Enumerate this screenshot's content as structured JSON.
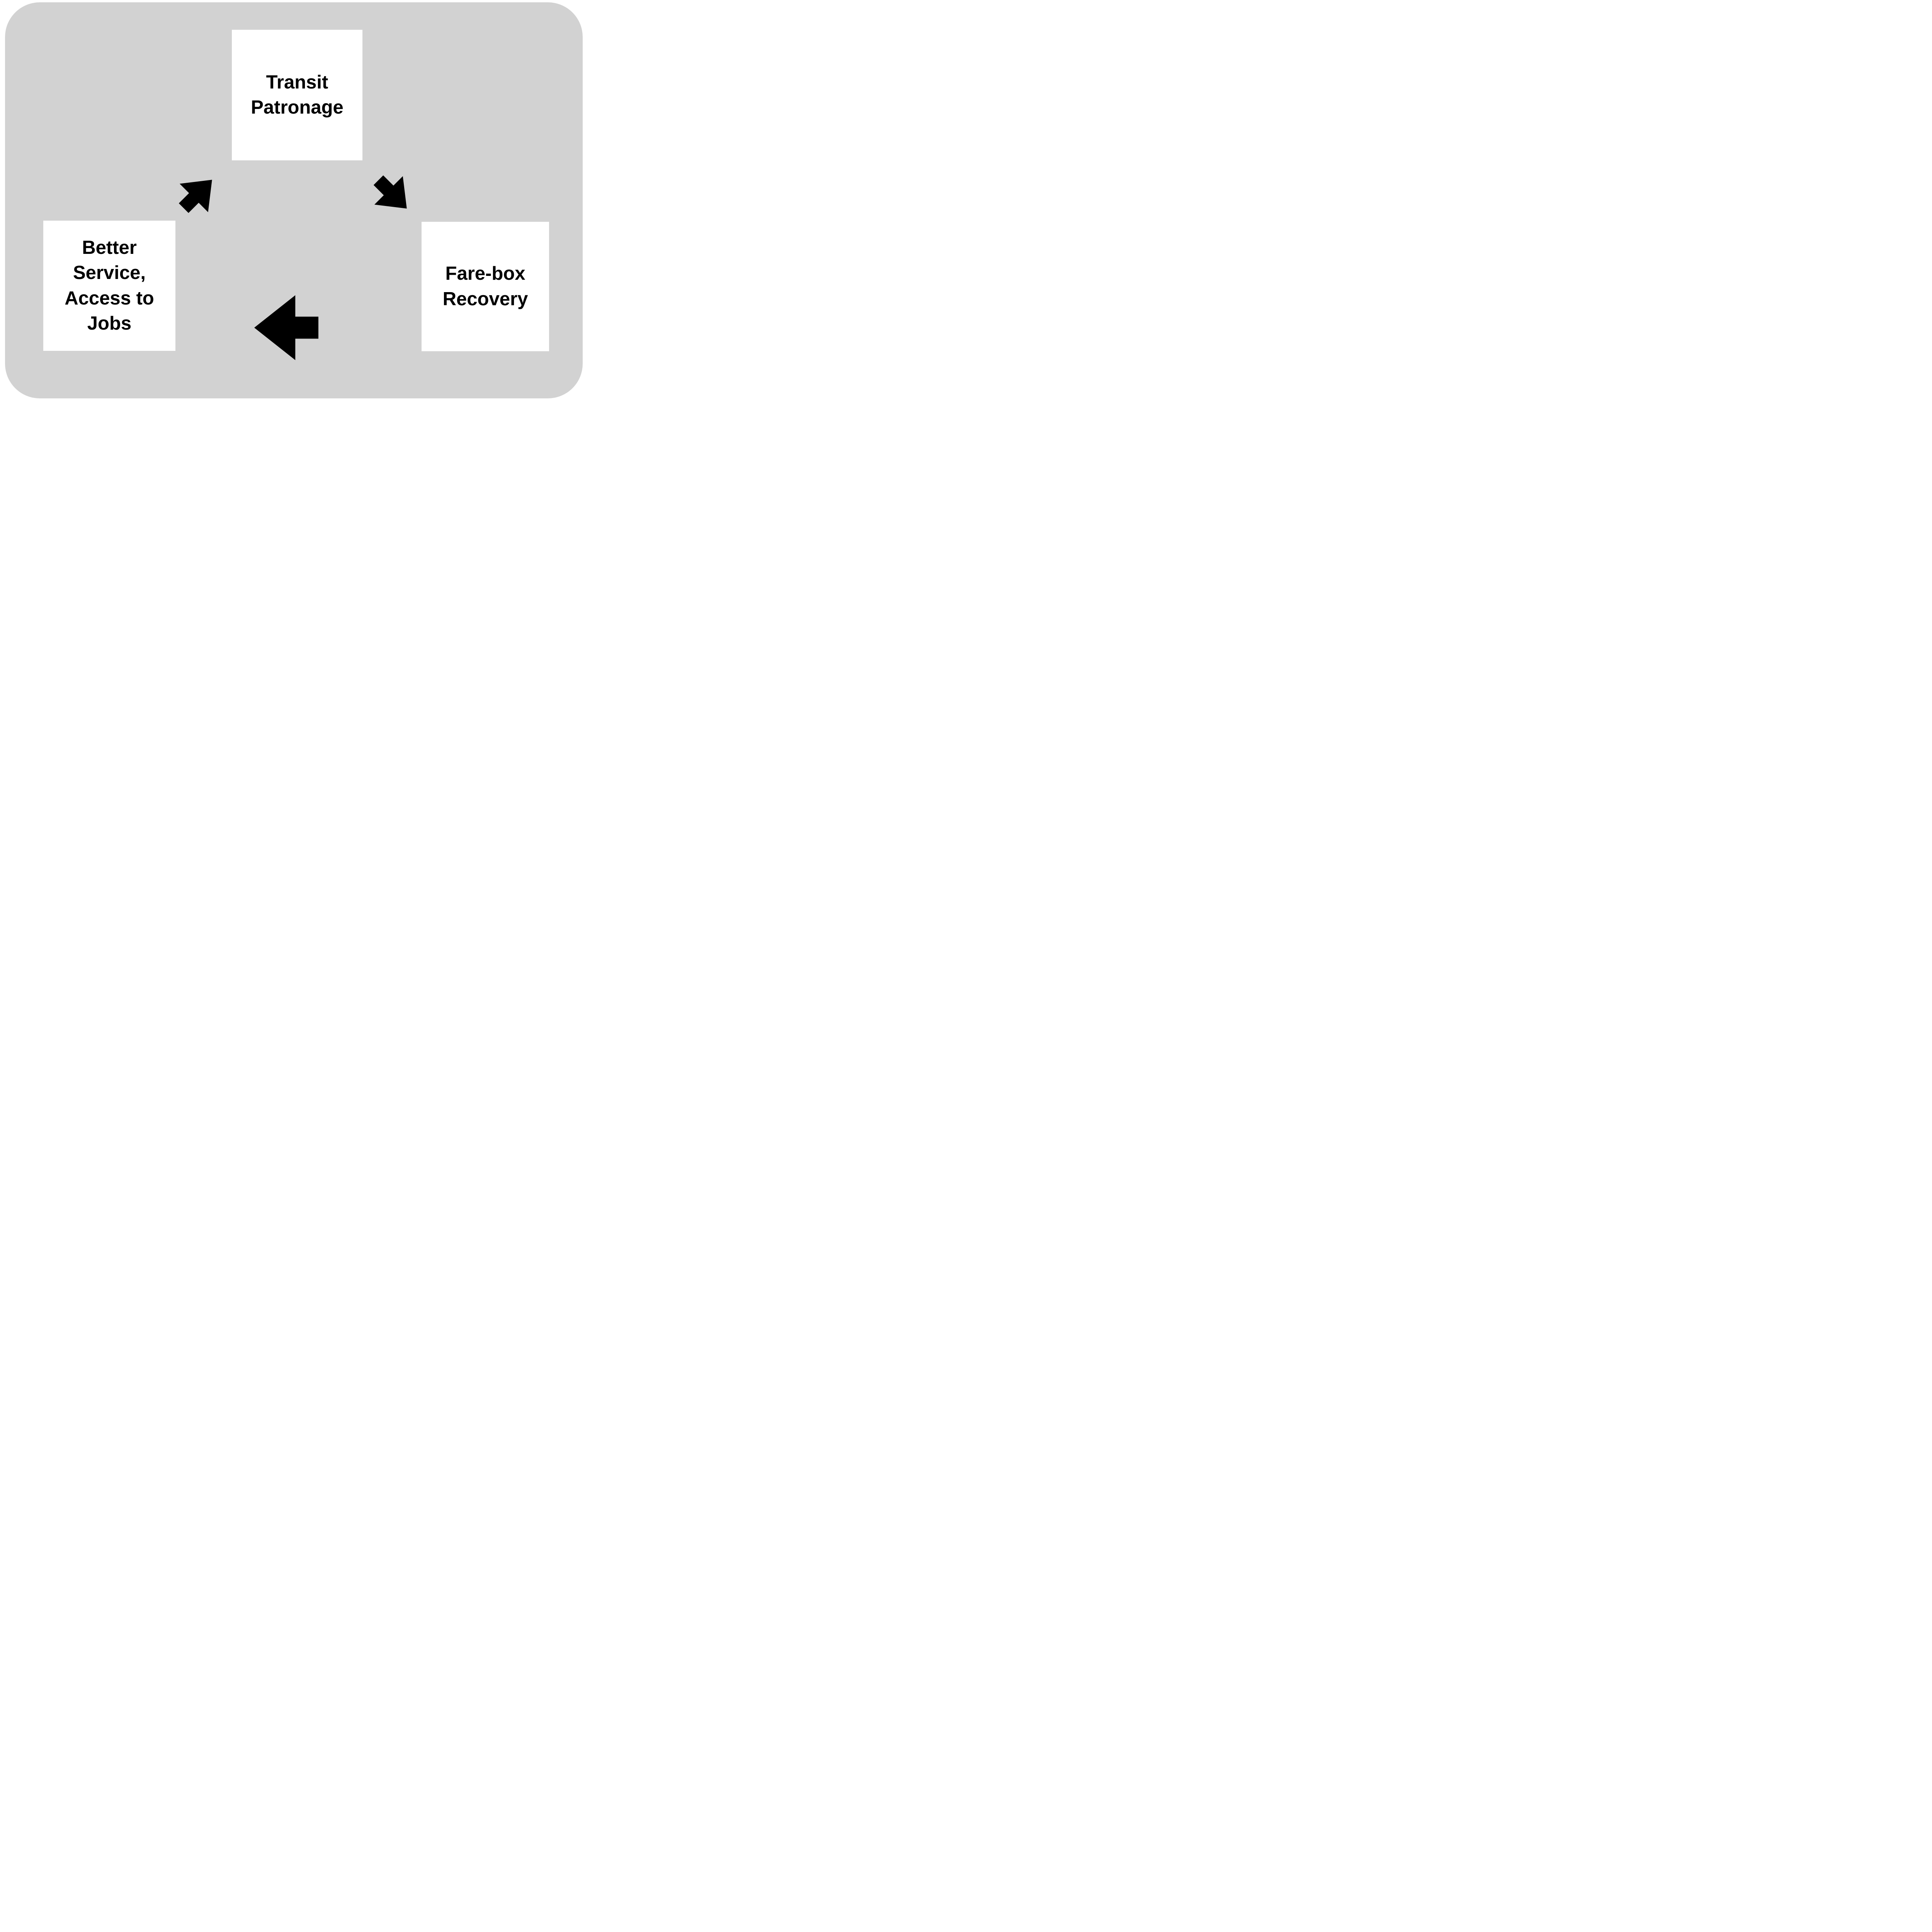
{
  "diagram": {
    "type": "cycle",
    "colors": {
      "page_background": "#ffffff",
      "canvas_background": "#d2d2d2",
      "node_background": "#ffffff",
      "arrow_fill": "#000000",
      "text": "#000000"
    },
    "nodes": [
      {
        "id": "transit-patronage",
        "label": "Transit\nPatronage"
      },
      {
        "id": "better-service",
        "label": "Better\nService,\nAccess to\nJobs"
      },
      {
        "id": "farebox-recovery",
        "label": "Fare-box\nRecovery"
      }
    ],
    "arrows": [
      {
        "id": "transit-to-farebox",
        "from": "transit-patronage",
        "to": "farebox-recovery",
        "direction": "down-right"
      },
      {
        "id": "farebox-to-better",
        "from": "farebox-recovery",
        "to": "better-service",
        "direction": "left"
      },
      {
        "id": "better-to-transit",
        "from": "better-service",
        "to": "transit-patronage",
        "direction": "up-right"
      }
    ]
  }
}
